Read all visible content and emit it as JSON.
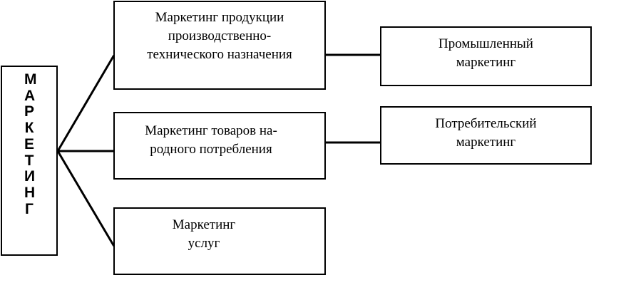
{
  "diagram": {
    "root": {
      "label": "МАРКЕТИНГ"
    },
    "branches": [
      {
        "id": "industrial",
        "label": "Маркетинг продукции\nпроизводственно-\nтехнического назначения",
        "child": {
          "id": "prom",
          "label": "Промышленный\nмаркетинг"
        }
      },
      {
        "id": "consumer",
        "label": "Маркетинг  товаров на-\nродного потребления",
        "child": {
          "id": "potreb",
          "label": "Потребительский\nмаркетинг"
        }
      },
      {
        "id": "services",
        "label": "Маркетинг\nуслуг"
      }
    ]
  }
}
